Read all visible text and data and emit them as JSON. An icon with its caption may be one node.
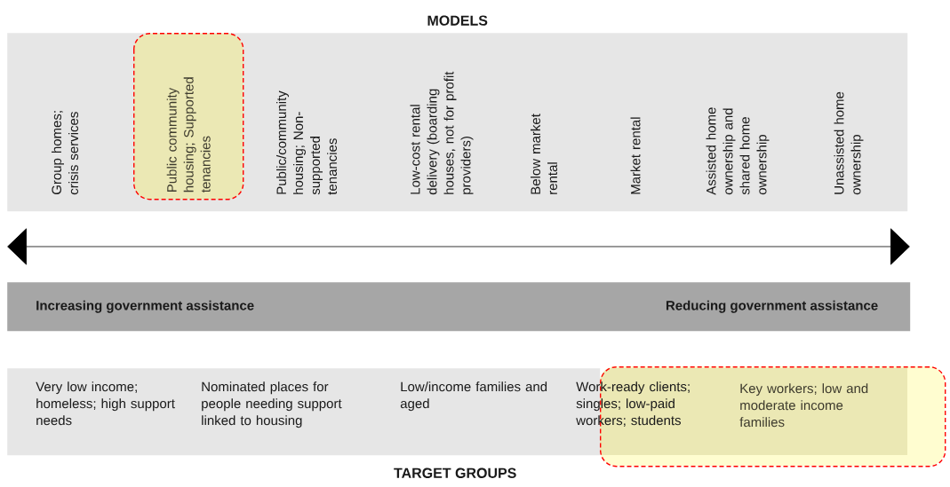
{
  "diagram": {
    "nodes": [
      {
        "text": [
          "MODELS"
        ]
      },
      {
        "text": [
          "Public community housing; Supported tenancies"
        ],
        "in": 0
      },
      {
        "text": [
          "Increasing government assistance",
          "Reducing government assistance"
        ]
      },
      {
        "text": [
          "TARGET GROUPS"
        ]
      },
      {
        "text": [
          "Key workers; low and moderate income families"
        ]
      }
    ],
    "labels": [
      "Group homes; crisis services",
      "Public/community housing; Non-supported tenancies",
      "Low-cost rental delivery (boarding houses, not for profit providers)",
      "Below market rental",
      "Market rental",
      "Assisted home ownership and shared home ownership",
      "Unassisted home ownership",
      "Very low income; homeless; high support needs",
      "Nominated places for people needing support linked to housing",
      "Low/income families and aged",
      "Work-ready clients; singles; low-paid workers; students"
    ]
  }
}
